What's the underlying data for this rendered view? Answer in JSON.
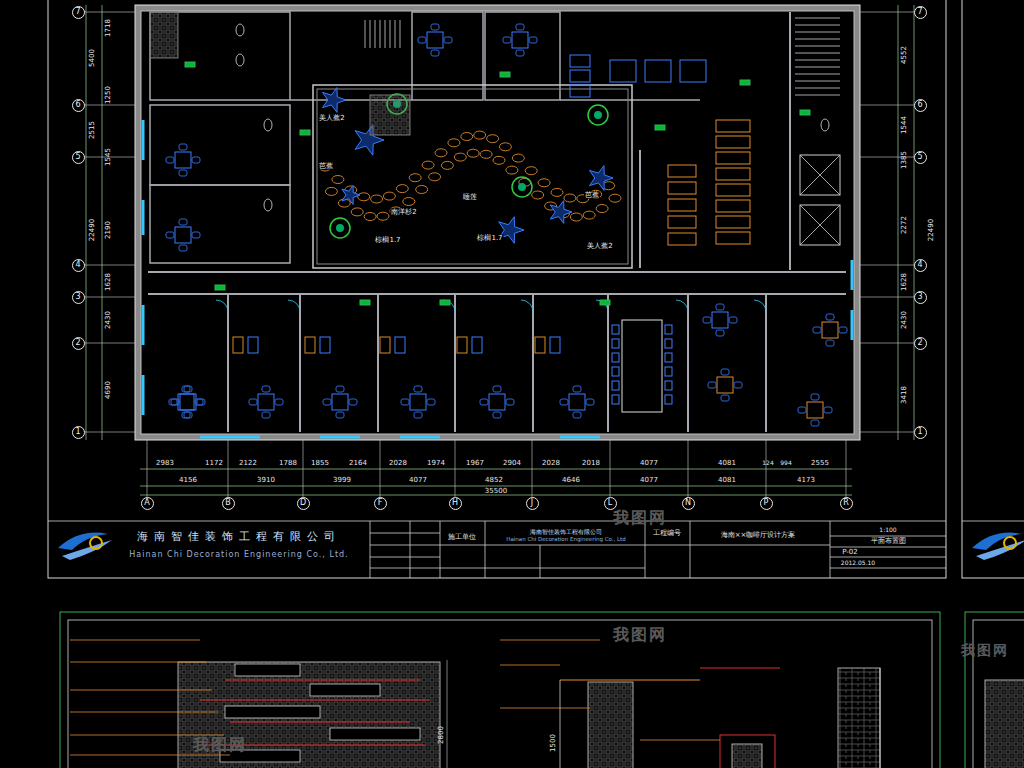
{
  "diagram": {
    "nodes": [
      {
        "text": [
          "7"
        ]
      },
      {
        "text": [
          "6"
        ]
      },
      {
        "text": [
          "5"
        ]
      },
      {
        "text": [
          "4"
        ]
      },
      {
        "text": [
          "3"
        ]
      },
      {
        "text": [
          "2"
        ]
      },
      {
        "text": [
          "1"
        ]
      },
      {
        "text": [
          "7"
        ]
      },
      {
        "text": [
          "6"
        ]
      },
      {
        "text": [
          "5"
        ]
      },
      {
        "text": [
          "4"
        ]
      },
      {
        "text": [
          "3"
        ]
      },
      {
        "text": [
          "2"
        ]
      },
      {
        "text": [
          "1"
        ]
      },
      {
        "text": [
          "A"
        ]
      },
      {
        "text": [
          "B"
        ]
      },
      {
        "text": [
          "D"
        ]
      },
      {
        "text": [
          "F"
        ]
      },
      {
        "text": [
          "H"
        ]
      },
      {
        "text": [
          "J"
        ]
      },
      {
        "text": [
          "L"
        ]
      },
      {
        "text": [
          "N"
        ]
      },
      {
        "text": [
          "P"
        ]
      },
      {
        "text": [
          "R"
        ]
      },
      {
        "text": [
          "海南智佳装饰工程有限公司",
          "Hainan Chi Decoration Engineering Co., Ltd."
        ]
      }
    ],
    "labels": [
      "2983",
      "1172",
      "2122",
      "1788",
      "1855",
      "2164",
      "2028",
      "1974",
      "1967",
      "2904",
      "2028",
      "2018",
      "4077",
      "4081",
      "124",
      "994",
      "2555",
      "4156",
      "3910",
      "3999",
      "4077",
      "4852",
      "4646",
      "4077",
      "4081",
      "4173",
      "35500",
      "1718",
      "1250",
      "1545",
      "2190",
      "1628",
      "2430",
      "4690",
      "5400",
      "2515",
      "22490",
      "4552",
      "1544",
      "1385",
      "2272",
      "1628",
      "2430",
      "3418",
      "22490",
      "美人蕉2",
      "芭蕉",
      "南洋杉2",
      "棕榈1.7",
      "睡莲",
      "芭蕉",
      "美人蕉2",
      "棕榈1.7",
      "施工单位",
      "海南智佳装饰工程有限公司",
      "Hainan Chi Decoration Engineering Co., Ltd",
      "工程编号",
      "海南××咖啡厅设计方案",
      "1:100",
      "平面布置图",
      "P-02",
      "2012.05.10",
      "我图网",
      "我图网",
      "我图网",
      "我图网",
      "2800",
      "1500"
    ]
  }
}
